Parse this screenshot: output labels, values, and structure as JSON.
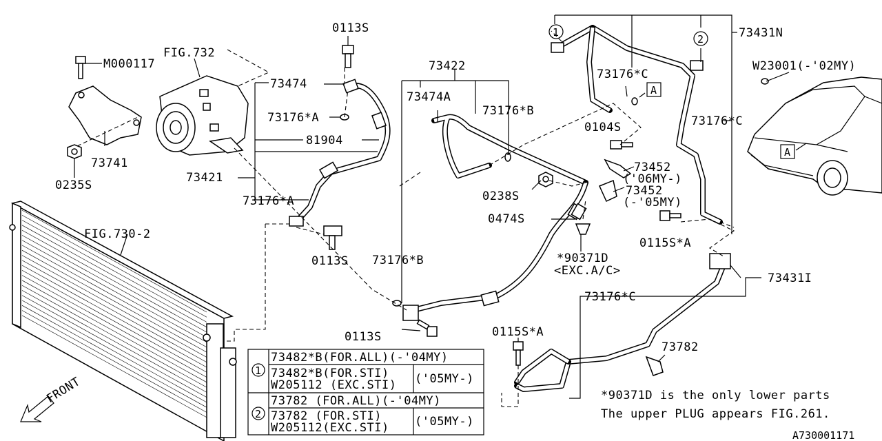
{
  "diagram": {
    "title_code": "A730001171",
    "labels": {
      "m000117": "M000117",
      "fig732": "FIG.732",
      "p0113s_top": "0113S",
      "p73474": "73474",
      "p73176a_1": "73176*A",
      "p81904": "81904",
      "p73741": "73741",
      "p0235s": "0235S",
      "p73421": "73421",
      "p73176a_2": "73176*A",
      "fig730_2": "FIG.730-2",
      "p0113s_mid": "0113S",
      "p73422": "73422",
      "p73474a": "73474A",
      "p73176b_1": "73176*B",
      "p0238s": "0238S",
      "p0474s": "0474S",
      "p90371": "*90371D",
      "p90371_note": "<EXC.A/C>",
      "p73176b_2": "73176*B",
      "p0113s_bot": "0113S",
      "p73431n": "73431N",
      "p73176c_1": "73176*C",
      "p0104s": "0104S",
      "p73452_1": "73452",
      "p73452_1_note": "('06MY-)",
      "p73452_2": "73452",
      "p73452_2_note": "(-'05MY)",
      "p0115sa_1": "0115S*A",
      "p73176c_2": "73176*C",
      "w23001": "W23001(-'02MY)",
      "p73431i": "73431I",
      "p73176c_3": "73176*C",
      "p0115sa_2": "0115S*A",
      "p73782": "73782",
      "front": "FRONT",
      "callout_1": "1",
      "callout_2": "2",
      "ref_a": "A"
    },
    "table": {
      "rows": [
        {
          "num": "1",
          "lines": [
            "73482*B(FOR.ALL)(-'04MY)",
            "73482*B(FOR.STI)",
            "W205112 (EXC.STI)"
          ],
          "suffix": "('05MY-)"
        },
        {
          "num": "2",
          "lines": [
            "73782  (FOR.ALL)(-'04MY)",
            "73782  (FOR.STI)",
            "W205112(EXC.STI)"
          ],
          "suffix": "('05MY-)"
        }
      ]
    },
    "notes": [
      "*90371D is the only lower parts",
      "The upper PLUG appears FIG.261."
    ]
  }
}
